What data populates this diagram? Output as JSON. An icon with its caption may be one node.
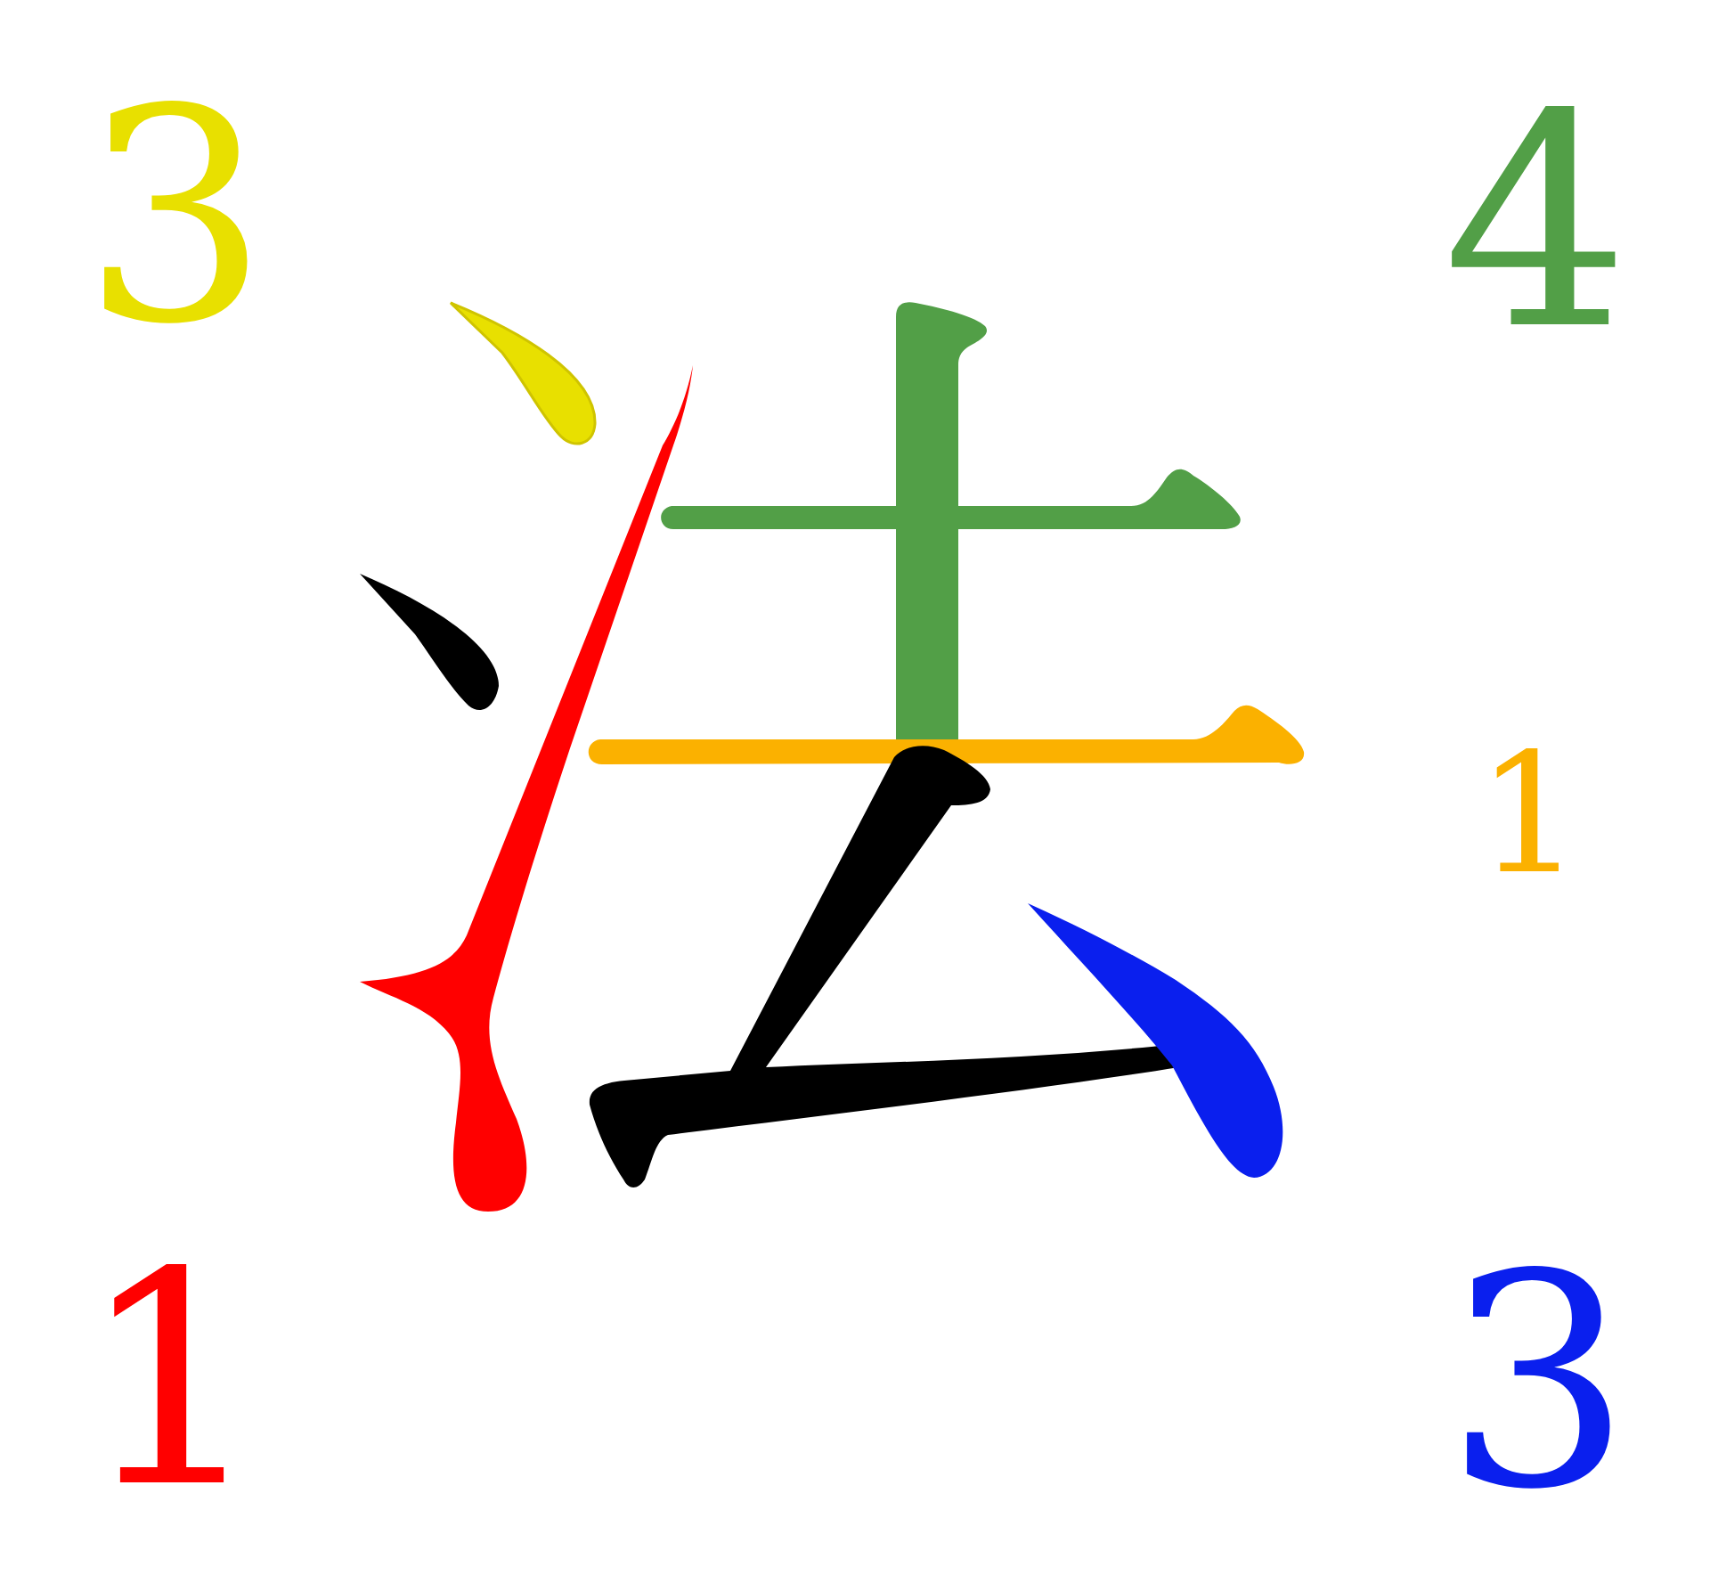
{
  "diagram": {
    "labels": [
      "3",
      "4",
      "1",
      "1",
      "3"
    ]
  }
}
